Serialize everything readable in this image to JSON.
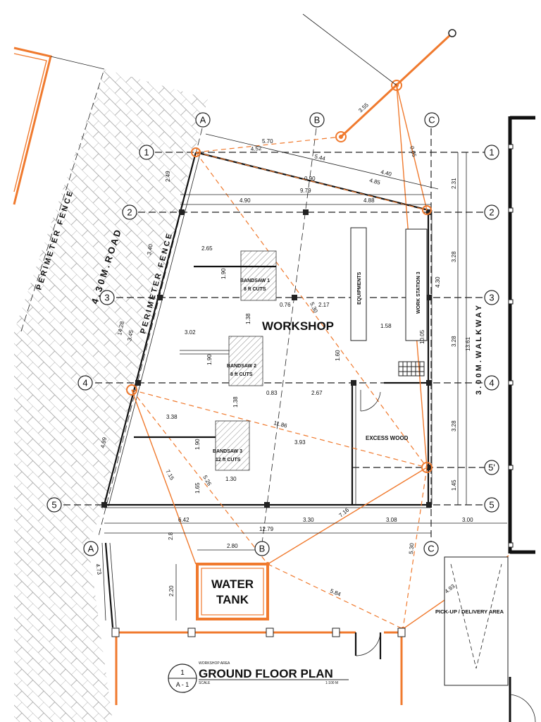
{
  "title": "GROUND FLOOR PLAN",
  "title_block": {
    "number": "1",
    "sheet": "A - 1",
    "subtitle": "WORKSHOP AREA",
    "scale_label": "SCALE",
    "scale_value": "1:100 M"
  },
  "grid_labels": {
    "a": "A",
    "b": "B",
    "c": "C",
    "one": "1",
    "two": "2",
    "three": "3",
    "four": "4",
    "five": "5",
    "five_prime": "5'"
  },
  "labels": {
    "perimeter_fence_outer": "PERIMETER FENCE",
    "perimeter_fence_inner": "PERIMETER FENCE",
    "road": "4 . 3 0   M .   R O A D",
    "walkway": "3 . 0 0   M .   W A L K W A Y",
    "workshop": "WORKSHOP",
    "equipments": "EQUIPMENTS",
    "work_station": "WORK STATION 3",
    "bandsaw1_a": "BANDSAW 1",
    "bandsaw1_b": "8 ft CUTS",
    "bandsaw2_a": "BANDSAW 2",
    "bandsaw2_b": "8 ft CUTS",
    "bandsaw3_a": "BANDSAW 3",
    "bandsaw3_b": "12 ft CUTS",
    "excess_wood": "EXCESS WOOD",
    "water_tank_a": "WATER",
    "water_tank_b": "TANK",
    "pickup": "PICK-UP / DELIVERY AREA"
  },
  "dimensions": {
    "d570": "5.70",
    "d452": "4.52",
    "d544": "5.44",
    "d355": "3.55",
    "d440": "4.40",
    "d485": "4.85",
    "d005": "0.05",
    "d090": "0.90",
    "d979": "9.79",
    "d490": "4.90",
    "d488": "4.88",
    "d231": "2.31",
    "d249": "2.49",
    "d340": "3.40",
    "d265": "2.65",
    "d190a": "1.90",
    "d076": "0.76",
    "d217": "2.17",
    "d530": "5.30",
    "d328a": "3.28",
    "d430": "4.30",
    "d138a": "1.38",
    "d158": "1.58",
    "d1005": "10.05",
    "d1361": "13.61",
    "d328b": "3.28",
    "d302": "3.02",
    "d190b": "1.90",
    "d428": "14.28",
    "d345": "3.45",
    "d160": "1.60",
    "d083": "0.83",
    "d267": "2.67",
    "d138b": "1.38",
    "d338": "3.38",
    "d1186": "11.86",
    "d393": "3.93",
    "d190c": "1.90",
    "d328c": "3.28",
    "d499": "4.99",
    "d165": "1.65",
    "d715": "7.15",
    "d526": "5.26",
    "d130": "1.30",
    "d145": "1.45",
    "d642": "6.42",
    "d330": "3.30",
    "d716": "7.16",
    "d308": "3.08",
    "d300": "3.00",
    "d1279": "12.79",
    "d28": "2.8",
    "d280": "2.80",
    "d530b": "5.30",
    "d473": "4.73",
    "d220": "2.20",
    "d584": "5.84",
    "d493": "4.93"
  }
}
